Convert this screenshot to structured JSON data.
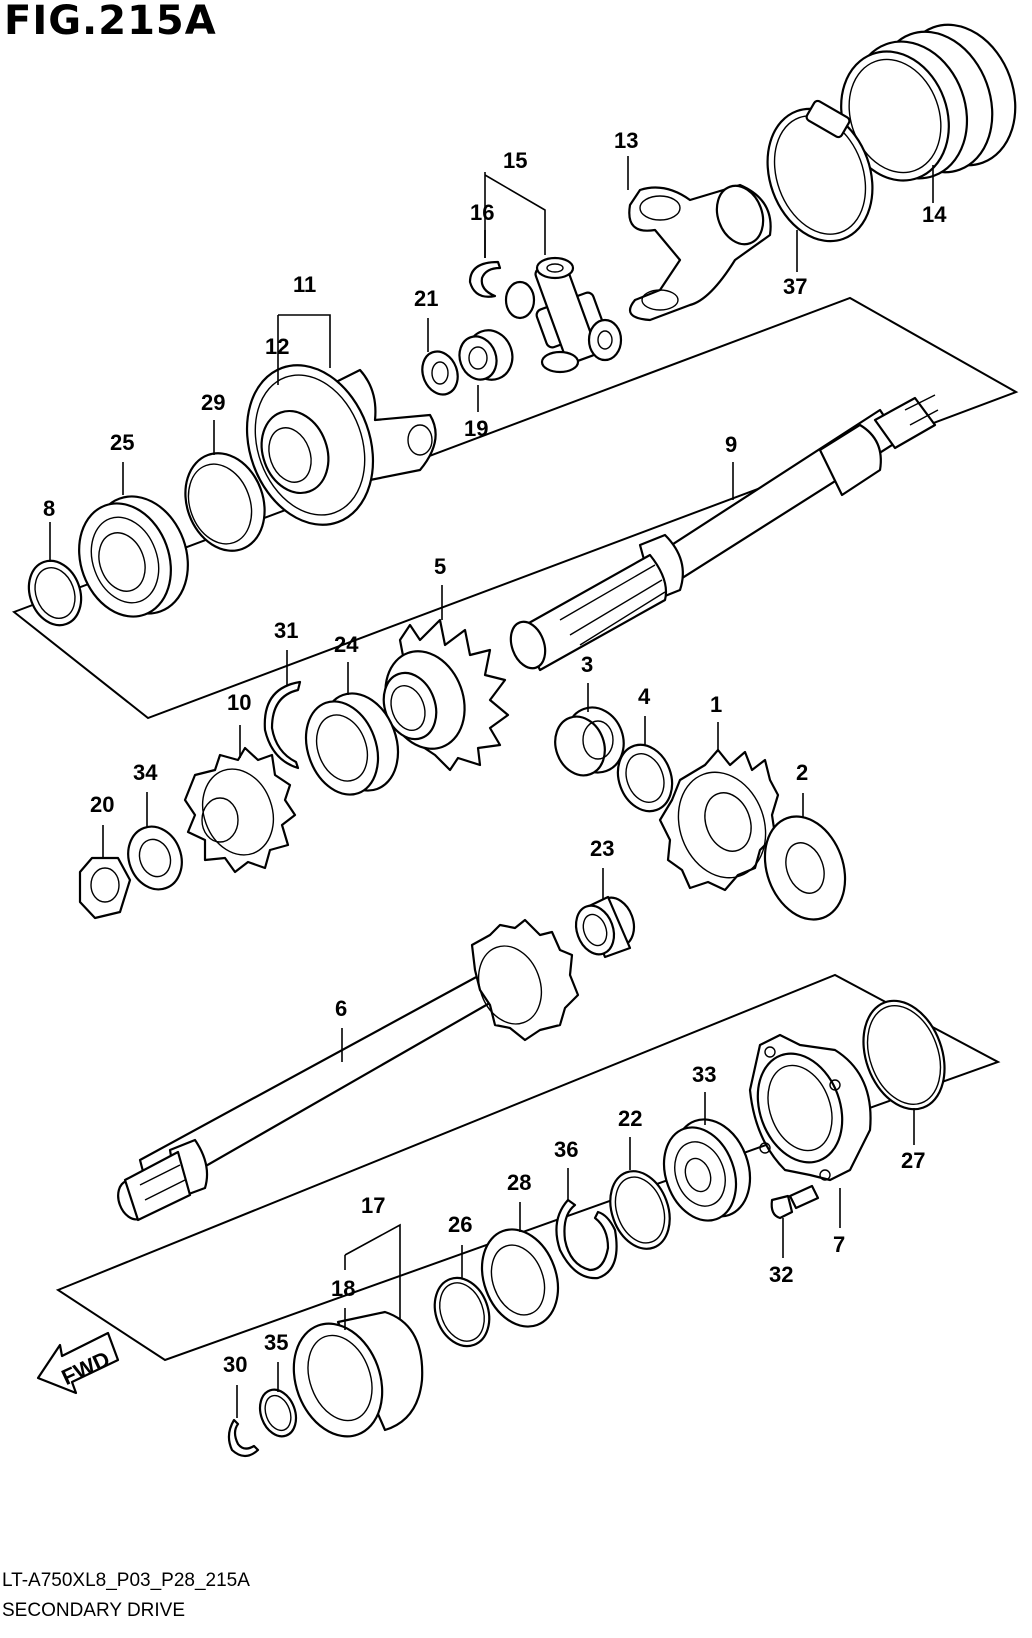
{
  "figure": {
    "title": "FIG.215A",
    "code": "LT-A750XL8_P03_P28_215A",
    "name": "SECONDARY DRIVE",
    "direction_label": "FWD"
  },
  "callouts": [
    "1",
    "2",
    "3",
    "4",
    "5",
    "6",
    "7",
    "8",
    "9",
    "10",
    "11",
    "12",
    "13",
    "14",
    "15",
    "16",
    "17",
    "18",
    "19",
    "20",
    "21",
    "22",
    "23",
    "24",
    "25",
    "26",
    "27",
    "28",
    "29",
    "30",
    "31",
    "32",
    "33",
    "34",
    "35",
    "36",
    "37"
  ]
}
